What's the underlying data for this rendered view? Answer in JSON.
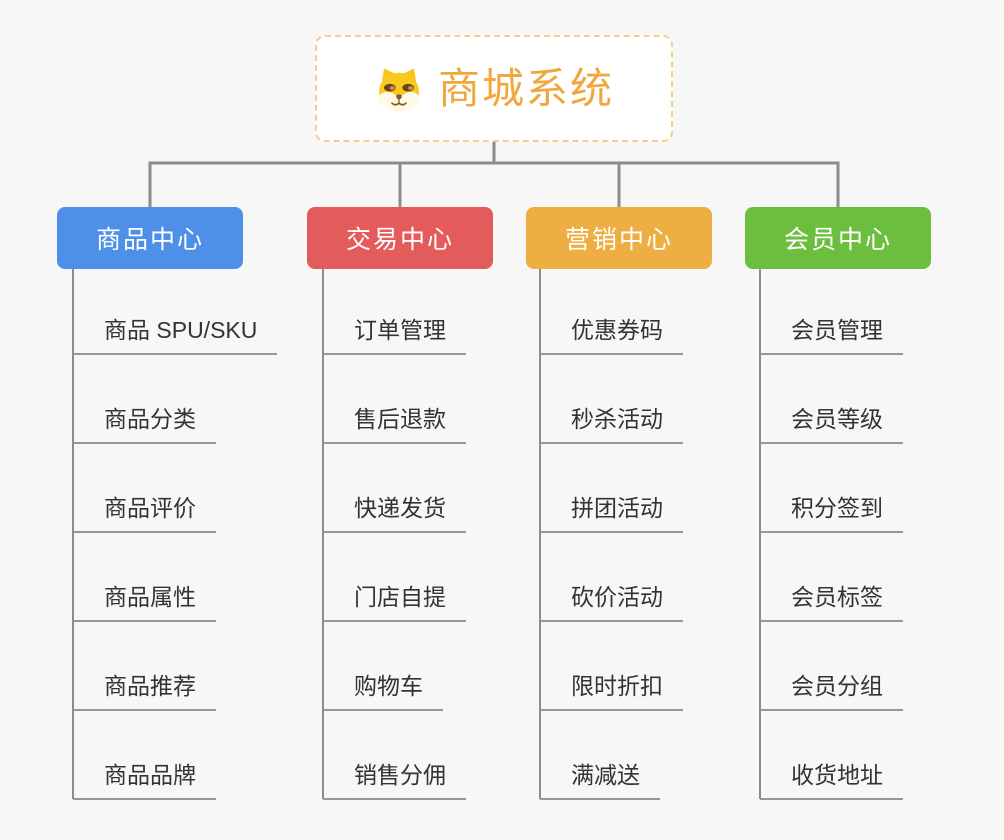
{
  "root": {
    "label": "商城系统",
    "icon": "dog-face-icon"
  },
  "branches": [
    {
      "label": "商品中心",
      "color": "#4E90E8",
      "items": [
        "商品 SPU/SKU",
        "商品分类",
        "商品评价",
        "商品属性",
        "商品推荐",
        "商品品牌"
      ]
    },
    {
      "label": "交易中心",
      "color": "#E45B5B",
      "items": [
        "订单管理",
        "售后退款",
        "快递发货",
        "门店自提",
        "购物车",
        "销售分佣"
      ]
    },
    {
      "label": "营销中心",
      "color": "#EDAE42",
      "items": [
        "优惠券码",
        "秒杀活动",
        "拼团活动",
        "砍价活动",
        "限时折扣",
        "满减送"
      ]
    },
    {
      "label": "会员中心",
      "color": "#6CBE3F",
      "items": [
        "会员管理",
        "会员等级",
        "积分签到",
        "会员标签",
        "会员分组",
        "收货地址"
      ]
    }
  ],
  "colors": {
    "background": "#F7F7F7",
    "connector_line": "#8C8C8C",
    "leaf_underline": "#979797",
    "leaf_text": "#333333",
    "root_text": "#F0A73C",
    "root_border": "#F7CD8A",
    "root_background": "#FFFFFF",
    "branch_text": "#FFFFFF"
  }
}
